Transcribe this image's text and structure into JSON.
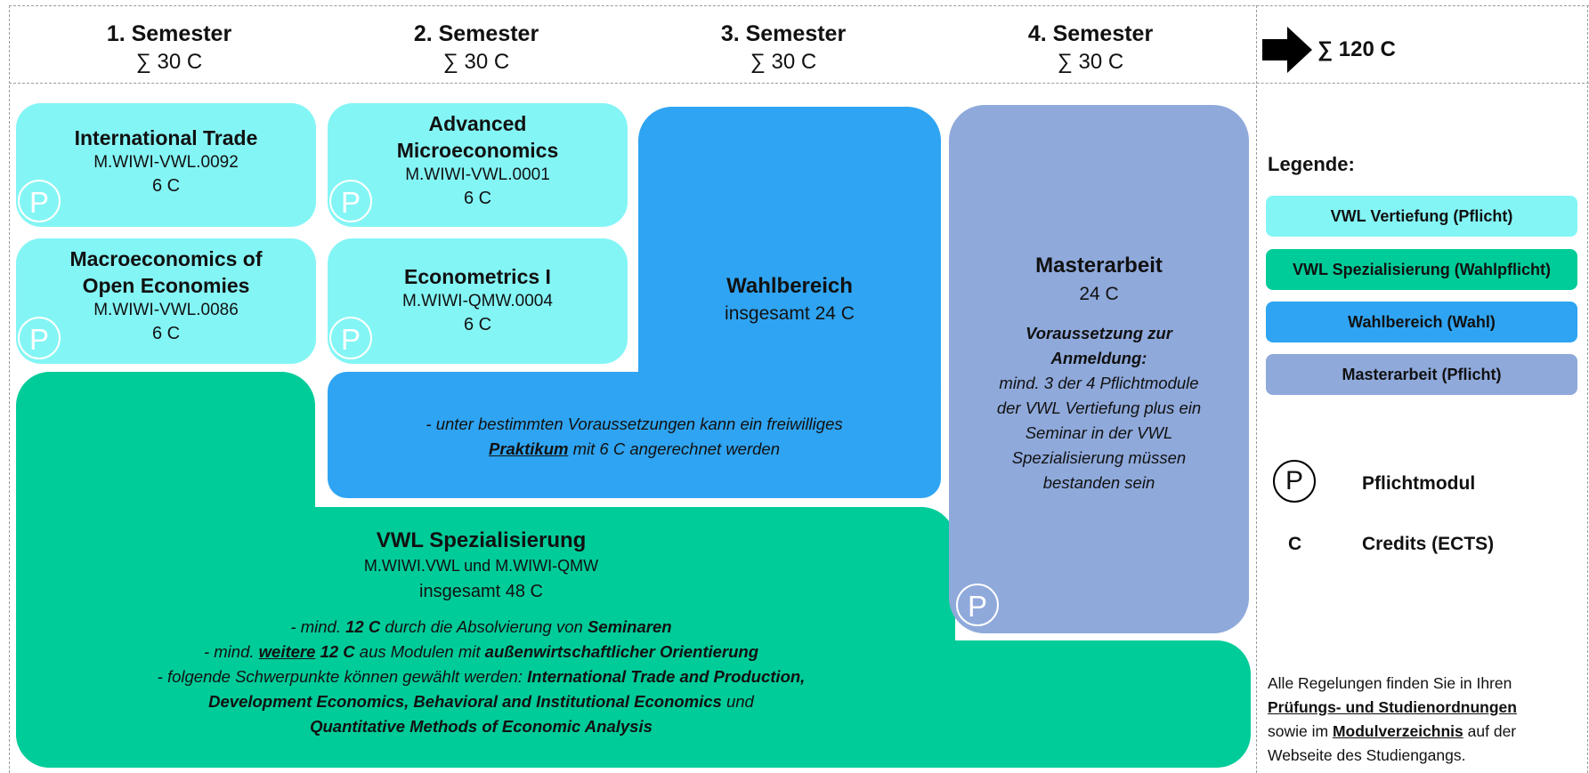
{
  "semesters": [
    {
      "title": "1. Semester",
      "credits": "∑ 30 C"
    },
    {
      "title": "2. Semester",
      "credits": "∑ 30 C"
    },
    {
      "title": "3. Semester",
      "credits": "∑ 30 C"
    },
    {
      "title": "4. Semester",
      "credits": "∑ 30 C"
    }
  ],
  "total": "∑ 120 C",
  "modules": {
    "international_trade": {
      "title": "International Trade",
      "code": "M.WIWI-VWL.0092",
      "credits": "6 C"
    },
    "macro_open": {
      "title_line1": "Macroeconomics of",
      "title_line2": "Open Economies",
      "code": "M.WIWI-VWL.0086",
      "credits": "6 C"
    },
    "advanced_micro": {
      "title_line1": "Advanced",
      "title_line2": "Microeconomics",
      "code": "M.WIWI-VWL.0001",
      "credits": "6 C"
    },
    "econometrics": {
      "title": "Econometrics I",
      "code": "M.WIWI-QMW.0004",
      "credits": "6 C"
    }
  },
  "pflicht_badge": "P",
  "wahlbereich": {
    "title": "Wahlbereich",
    "credits": "insgesamt 24 C",
    "note_line1": "- unter bestimmten Voraussetzungen kann ein freiwilliges",
    "note_bold": "Praktikum",
    "note_line2_rest": " mit 6 C angerechnet werden"
  },
  "masterarbeit": {
    "title": "Masterarbeit",
    "credits": "24 C",
    "req_heading_line1": "Voraussetzung zur",
    "req_heading_line2": "Anmeldung:",
    "req_lines": [
      "mind. 3 der 4 Pflichtmodule",
      "der VWL Vertiefung plus ein",
      "Seminar in der VWL",
      "Spezialisierung müssen",
      "bestanden sein"
    ]
  },
  "spezialisierung": {
    "title": "VWL Spezialisierung",
    "codes": "M.WIWI.VWL und M.WIWI-QMW",
    "credits": "insgesamt 48 C",
    "l1_a": "- mind. ",
    "l1_b": "12 C",
    "l1_c": " durch die Absolvierung von ",
    "l1_d": "Seminaren",
    "l2_a": "- mind. ",
    "l2_b": "weitere",
    "l2_c": " ",
    "l2_d": "12 C",
    "l2_e": " aus Modulen mit ",
    "l2_f": "außenwirtschaftlicher Orientierung",
    "l3_a": "- folgende Schwerpunkte können gewählt werden: ",
    "l3_b": "International Trade and Production,",
    "l4_a": "Development Economics, Behavioral and Institutional Economics",
    "l4_b": " und",
    "l5": "Quantitative Methods of Economic Analysis"
  },
  "legend": {
    "title": "Legende:",
    "items": [
      {
        "label": "VWL Vertiefung (Pflicht)",
        "color": "#84f5f5"
      },
      {
        "label": "VWL Spezialisierung (Wahlpflicht)",
        "color": "#00cc99"
      },
      {
        "label": "Wahlbereich (Wahl)",
        "color": "#2fa4f2"
      },
      {
        "label": "Masterarbeit (Pflicht)",
        "color": "#8fa9db"
      }
    ],
    "p_symbol": "P",
    "p_label": "Pflichtmodul",
    "c_symbol": "C",
    "c_label": "Credits (ECTS)"
  },
  "footer": {
    "line1": "Alle Regelungen finden Sie in Ihren",
    "link1": "Prüfungs- und Studienordnungen",
    "line3_a": "sowie im ",
    "link2": "Modulverzeichnis",
    "line3_b": " auf der",
    "line4": "Webseite des Studiengangs."
  },
  "colors": {
    "cyan": "#84f5f5",
    "blue": "#2fa4f2",
    "green": "#00cc99",
    "purple": "#8fa9db"
  }
}
